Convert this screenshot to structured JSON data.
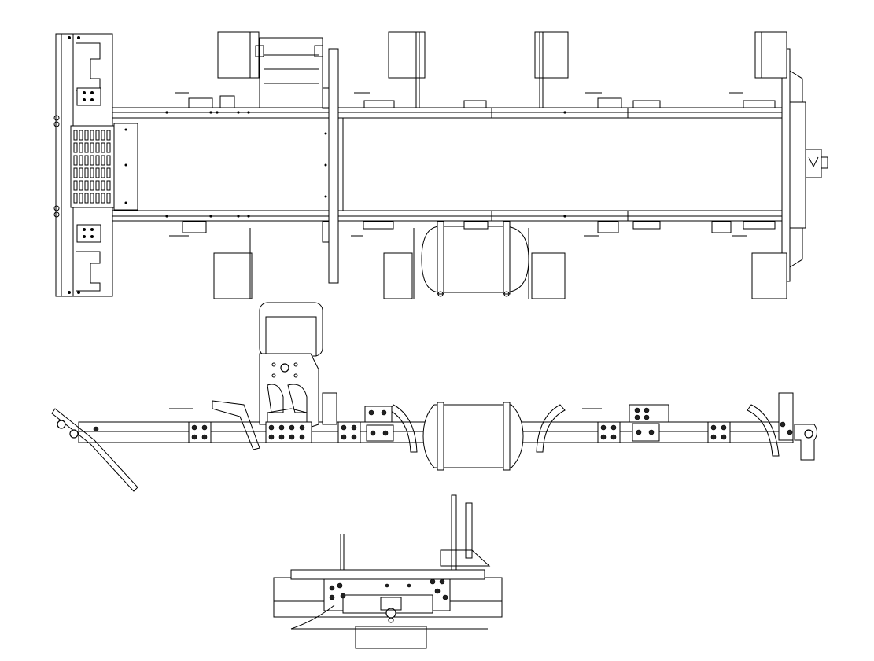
{
  "drawing": {
    "stroke_color": "#000000",
    "background_color": "#ffffff",
    "views": [
      {
        "id": "top-view",
        "kind": "plan"
      },
      {
        "id": "side-view",
        "kind": "elevation"
      },
      {
        "id": "end-view",
        "kind": "end elevation"
      }
    ]
  }
}
